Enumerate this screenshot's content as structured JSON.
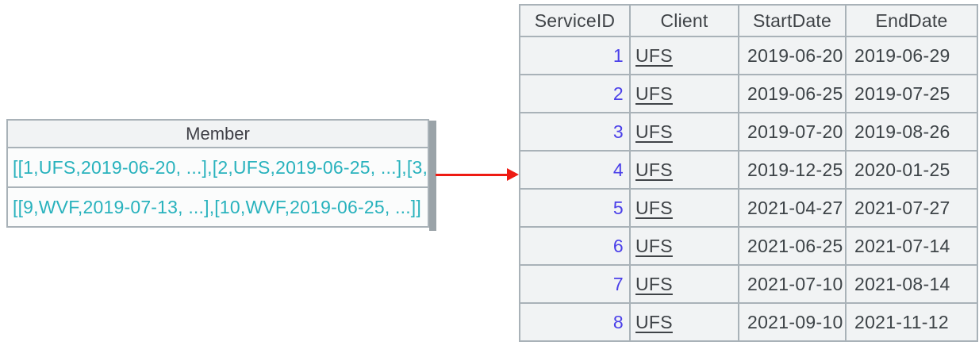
{
  "member_box": {
    "title": "Member",
    "rows": [
      "[[1,UFS,2019-06-20, ...],[2,UFS,2019-06-25, ...],[3,",
      "[[9,WVF,2019-07-13, ...],[10,WVF,2019-06-25, ...]]"
    ]
  },
  "service_table": {
    "columns": [
      "ServiceID",
      "Client",
      "StartDate",
      "EndDate"
    ],
    "rows": [
      {
        "service_id": "1",
        "client": "UFS",
        "start_date": "2019-06-20",
        "end_date": "2019-06-29"
      },
      {
        "service_id": "2",
        "client": "UFS",
        "start_date": "2019-06-25",
        "end_date": "2019-07-25"
      },
      {
        "service_id": "3",
        "client": "UFS",
        "start_date": "2019-07-20",
        "end_date": "2019-08-26"
      },
      {
        "service_id": "4",
        "client": "UFS",
        "start_date": "2019-12-25",
        "end_date": "2020-01-25"
      },
      {
        "service_id": "5",
        "client": "UFS",
        "start_date": "2021-04-27",
        "end_date": "2021-07-27"
      },
      {
        "service_id": "6",
        "client": "UFS",
        "start_date": "2021-06-25",
        "end_date": "2021-07-14"
      },
      {
        "service_id": "7",
        "client": "UFS",
        "start_date": "2021-07-10",
        "end_date": "2021-08-14"
      },
      {
        "service_id": "8",
        "client": "UFS",
        "start_date": "2021-09-10",
        "end_date": "2021-11-12"
      }
    ]
  },
  "colors": {
    "teal_text": "#28b2bd",
    "id_link_blue": "#4a3fe9",
    "arrow_red": "#ee1b13",
    "table_border": "#a9b2b8",
    "cell_bg": "#f1f3f4"
  }
}
